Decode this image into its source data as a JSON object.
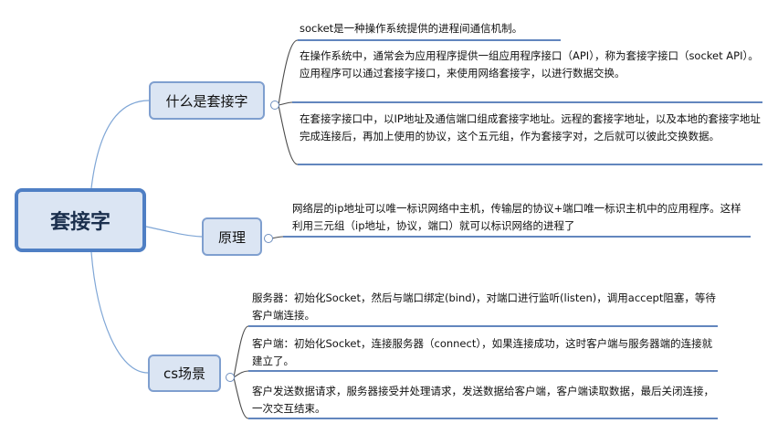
{
  "root": {
    "label": "套接字"
  },
  "branches": [
    {
      "label": "什么是套接字"
    },
    {
      "label": "原理"
    },
    {
      "label": "cs场景"
    }
  ],
  "leaves": {
    "what": [
      "socket是一种操作系统提供的进程间通信机制。",
      "在操作系统中，通常会为应用程序提供一组应用程序接口（API），称为套接字接口（socket API）。应用程序可以通过套接字接口，来使用网络套接字，以进行数据交换。",
      "在套接字接口中，以IP地址及通信端口组成套接字地址。远程的套接字地址，以及本地的套接字地址完成连接后，再加上使用的协议，这个五元组，作为套接字对，之后就可以彼此交换数据。"
    ],
    "principle": [
      "网络层的ip地址可以唯一标识网络中主机，传输层的协议+端口唯一标识主机中的应用程序。这样利用三元组（ip地址，协议，端口）就可以标识网络的进程了"
    ],
    "cs": [
      "服务器：初始化Socket，然后与端口绑定(bind)，对端口进行监听(listen)，调用accept阻塞，等待客户端连接。",
      "客户端：初始化Socket，连接服务器（connect），如果连接成功，这时客户端与服务器端的连接就建立了。",
      "客户发送数据请求，服务器接受并处理请求，发送数据给客户端，客户端读取数据，最后关闭连接，一次交互结束。"
    ]
  }
}
